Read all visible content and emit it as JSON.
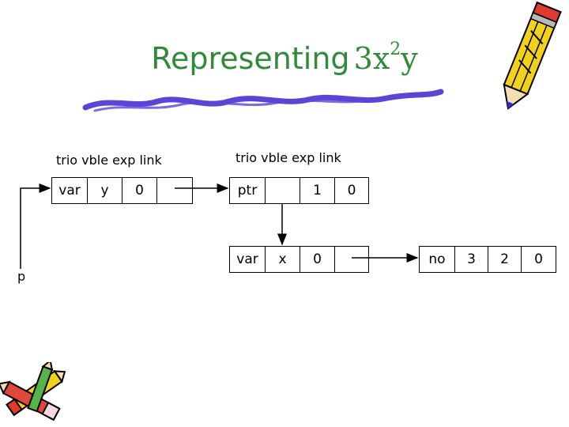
{
  "title": {
    "word": "Representing",
    "expr_base": "3x",
    "expr_exp": "2",
    "expr_var": "y"
  },
  "pointer_label": "p",
  "node_a": {
    "headers": "trio  vble  exp  link",
    "cells": [
      "var",
      "y",
      "0",
      ""
    ]
  },
  "node_b": {
    "headers": "trio  vble  exp  link",
    "cells": [
      "ptr",
      "",
      "1",
      "0"
    ]
  },
  "node_c": {
    "cells": [
      "var",
      "x",
      "0",
      ""
    ]
  },
  "node_d": {
    "cells": [
      "no",
      "3",
      "2",
      "0"
    ]
  },
  "colors": {
    "title": "#2f8a3a",
    "underline": "#5a46d6",
    "lines": "#000000"
  },
  "icons": {
    "top_right": "pencil-icon",
    "bottom_left": "pencils-icon"
  }
}
